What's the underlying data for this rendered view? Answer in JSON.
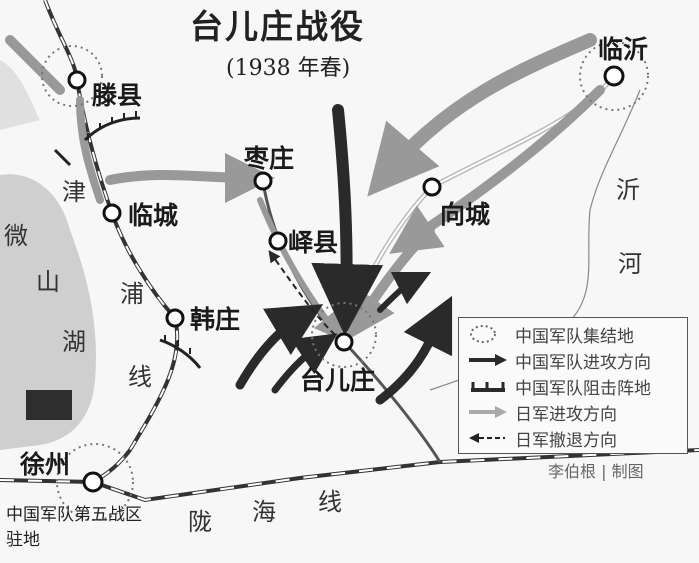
{
  "title": "台儿庄战役",
  "subtitle": "(1938 年春)",
  "cities": {
    "tengxian": "滕县",
    "lincheng": "临城",
    "hanzhuang": "韩庄",
    "xuzhou": "徐州",
    "zaozhuang": "枣庄",
    "yixian": "峄县",
    "xiangcheng": "向城",
    "linyi": "临沂",
    "taierzhuang": "台儿庄"
  },
  "geo_labels": {
    "jinpu": [
      "津",
      "浦",
      "线"
    ],
    "weishan_lake": [
      "微",
      "山",
      "湖"
    ],
    "yi_river": [
      "沂",
      "河"
    ],
    "longhai": [
      "陇",
      "海",
      "线"
    ]
  },
  "hq_note": "中国军队第五战区驻地",
  "legend": [
    {
      "icon": "dotted-circle-icon",
      "label": "中国军队集结地"
    },
    {
      "icon": "dark-arrow-icon",
      "label": "中国军队进攻方向"
    },
    {
      "icon": "blocking-position-icon",
      "label": "中国军队阻击阵地"
    },
    {
      "icon": "gray-arrow-icon",
      "label": "日军进攻方向"
    },
    {
      "icon": "dashed-arrow-icon",
      "label": "日军撤退方向"
    }
  ],
  "credit": "李伯根 | 制图",
  "colors": {
    "chinese": "#2a2a2a",
    "japanese": "#9a9a9a",
    "lake": "#c8c8c8"
  }
}
